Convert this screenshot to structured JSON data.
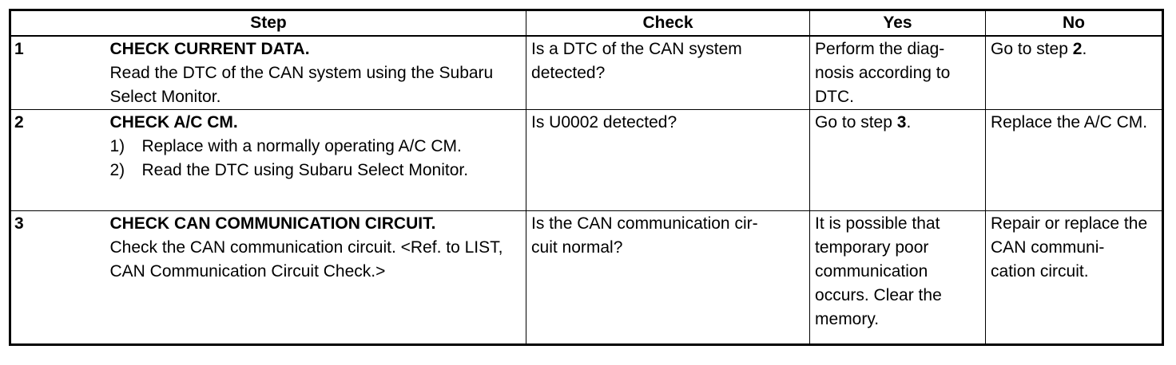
{
  "headers": {
    "step": "Step",
    "check": "Check",
    "yes": "Yes",
    "no": "No"
  },
  "rows": [
    {
      "number": "1",
      "title": "CHECK CURRENT DATA.",
      "body": "Read the DTC of the CAN system using the Subaru Select Monitor.",
      "check": "Is a DTC of the CAN system detected?",
      "yes": "Perform the diag-\nnosis according to DTC.",
      "no_prefix": "Go to step ",
      "no_step": "2",
      "no_suffix": "."
    },
    {
      "number": "2",
      "title": "CHECK A/C CM.",
      "list": [
        {
          "n": "1)",
          "text": "Replace with a normally operating A/C CM."
        },
        {
          "n": "2)",
          "text": "Read the DTC using Subaru Select Monitor."
        }
      ],
      "check": "Is U0002 detected?",
      "yes_prefix": "Go to step ",
      "yes_step": "3",
      "yes_suffix": ".",
      "no": "Replace the A/C CM."
    },
    {
      "number": "3",
      "title": "CHECK CAN COMMUNICATION CIRCUIT.",
      "body": "Check the CAN communication circuit. <Ref. to LIST, CAN Communication Circuit Check.>",
      "check": "Is the CAN communication cir-\ncuit normal?",
      "yes": "It is possible that temporary poor communication occurs. Clear the memory.",
      "no": "Repair or replace the CAN communi-\ncation circuit."
    }
  ]
}
